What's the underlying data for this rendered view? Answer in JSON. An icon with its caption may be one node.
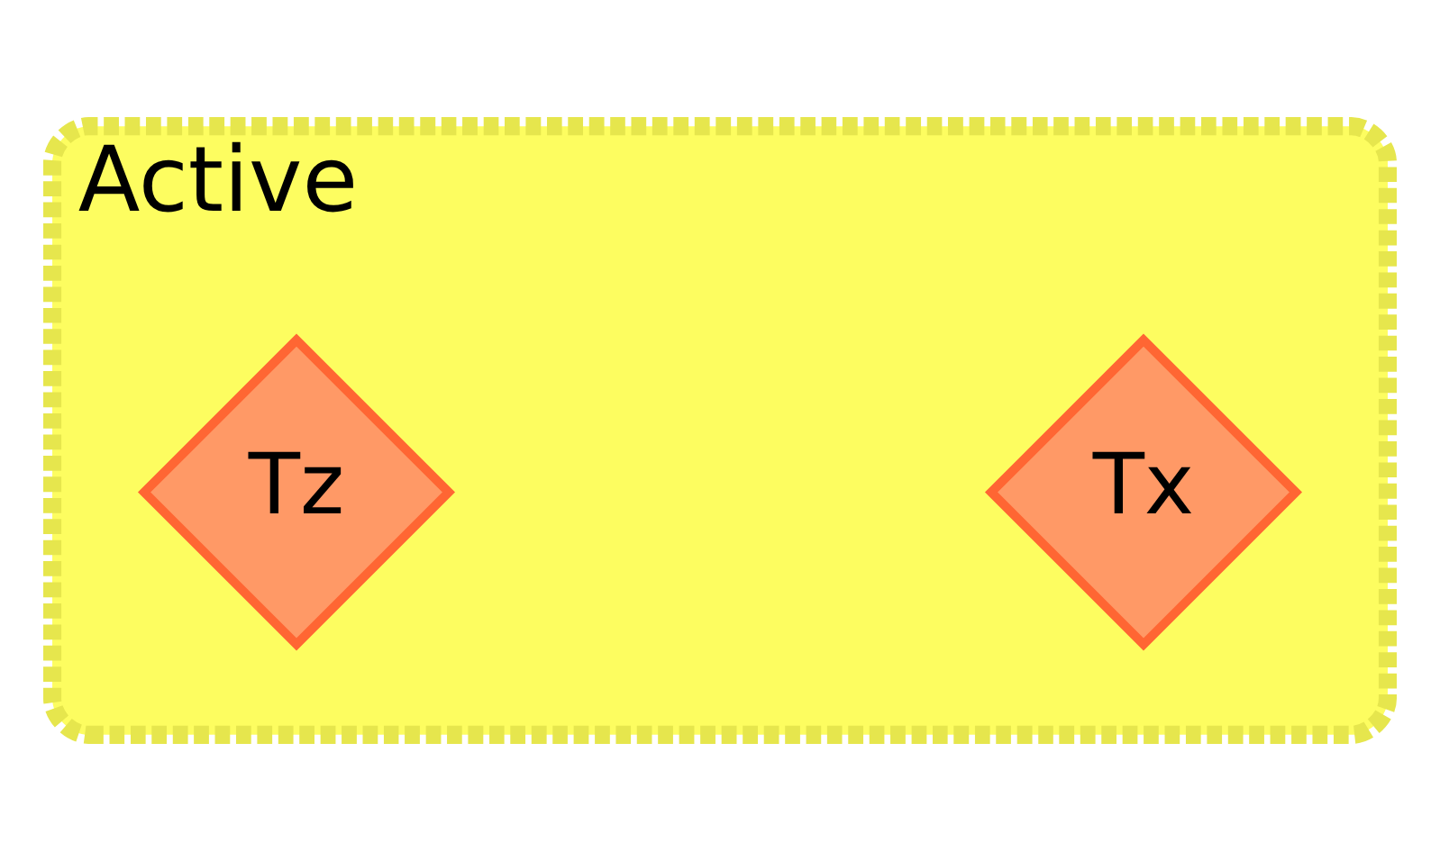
{
  "diagram": {
    "nodes": [
      {
        "text": [
          "Active"
        ]
      },
      {
        "text": [
          "Tx"
        ],
        "in": 0
      },
      {
        "text": [
          "Tz"
        ],
        "in": 0
      }
    ]
  }
}
